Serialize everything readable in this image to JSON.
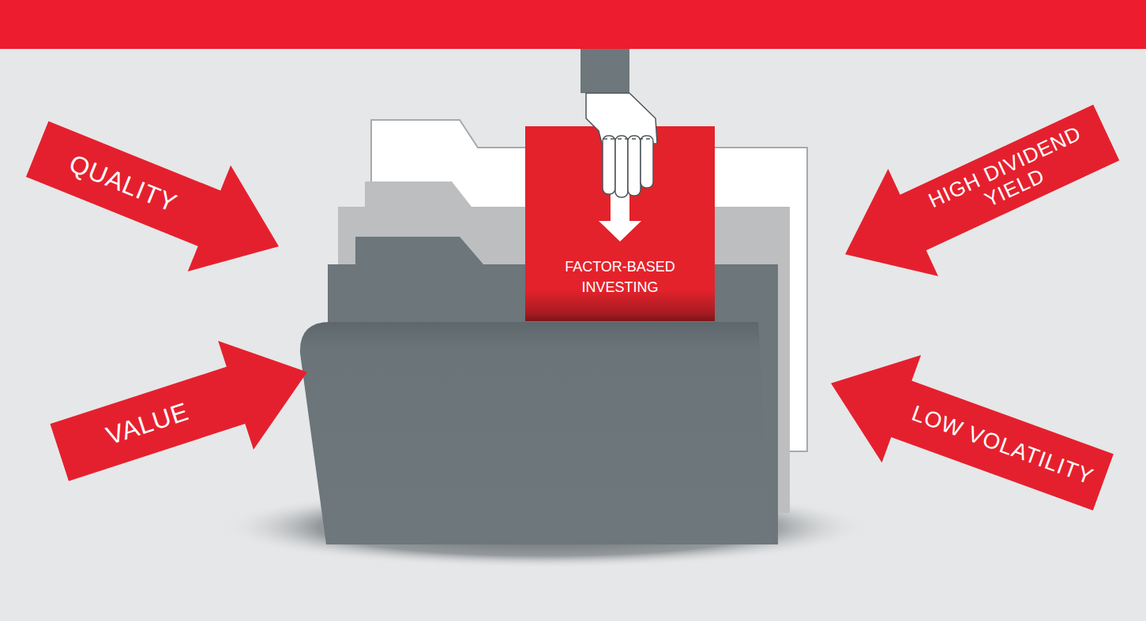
{
  "diagram": {
    "nodes": [
      {
        "text": [
          "QUALITY"
        ]
      },
      {
        "text": [
          "FACTOR-BASED INVESTING"
        ]
      },
      {
        "text": [
          "HIGH DIVIDEND YIELD"
        ]
      },
      {
        "text": [
          "VALUE"
        ]
      },
      {
        "text": [
          "LOW VOLATILITY"
        ]
      }
    ]
  }
}
